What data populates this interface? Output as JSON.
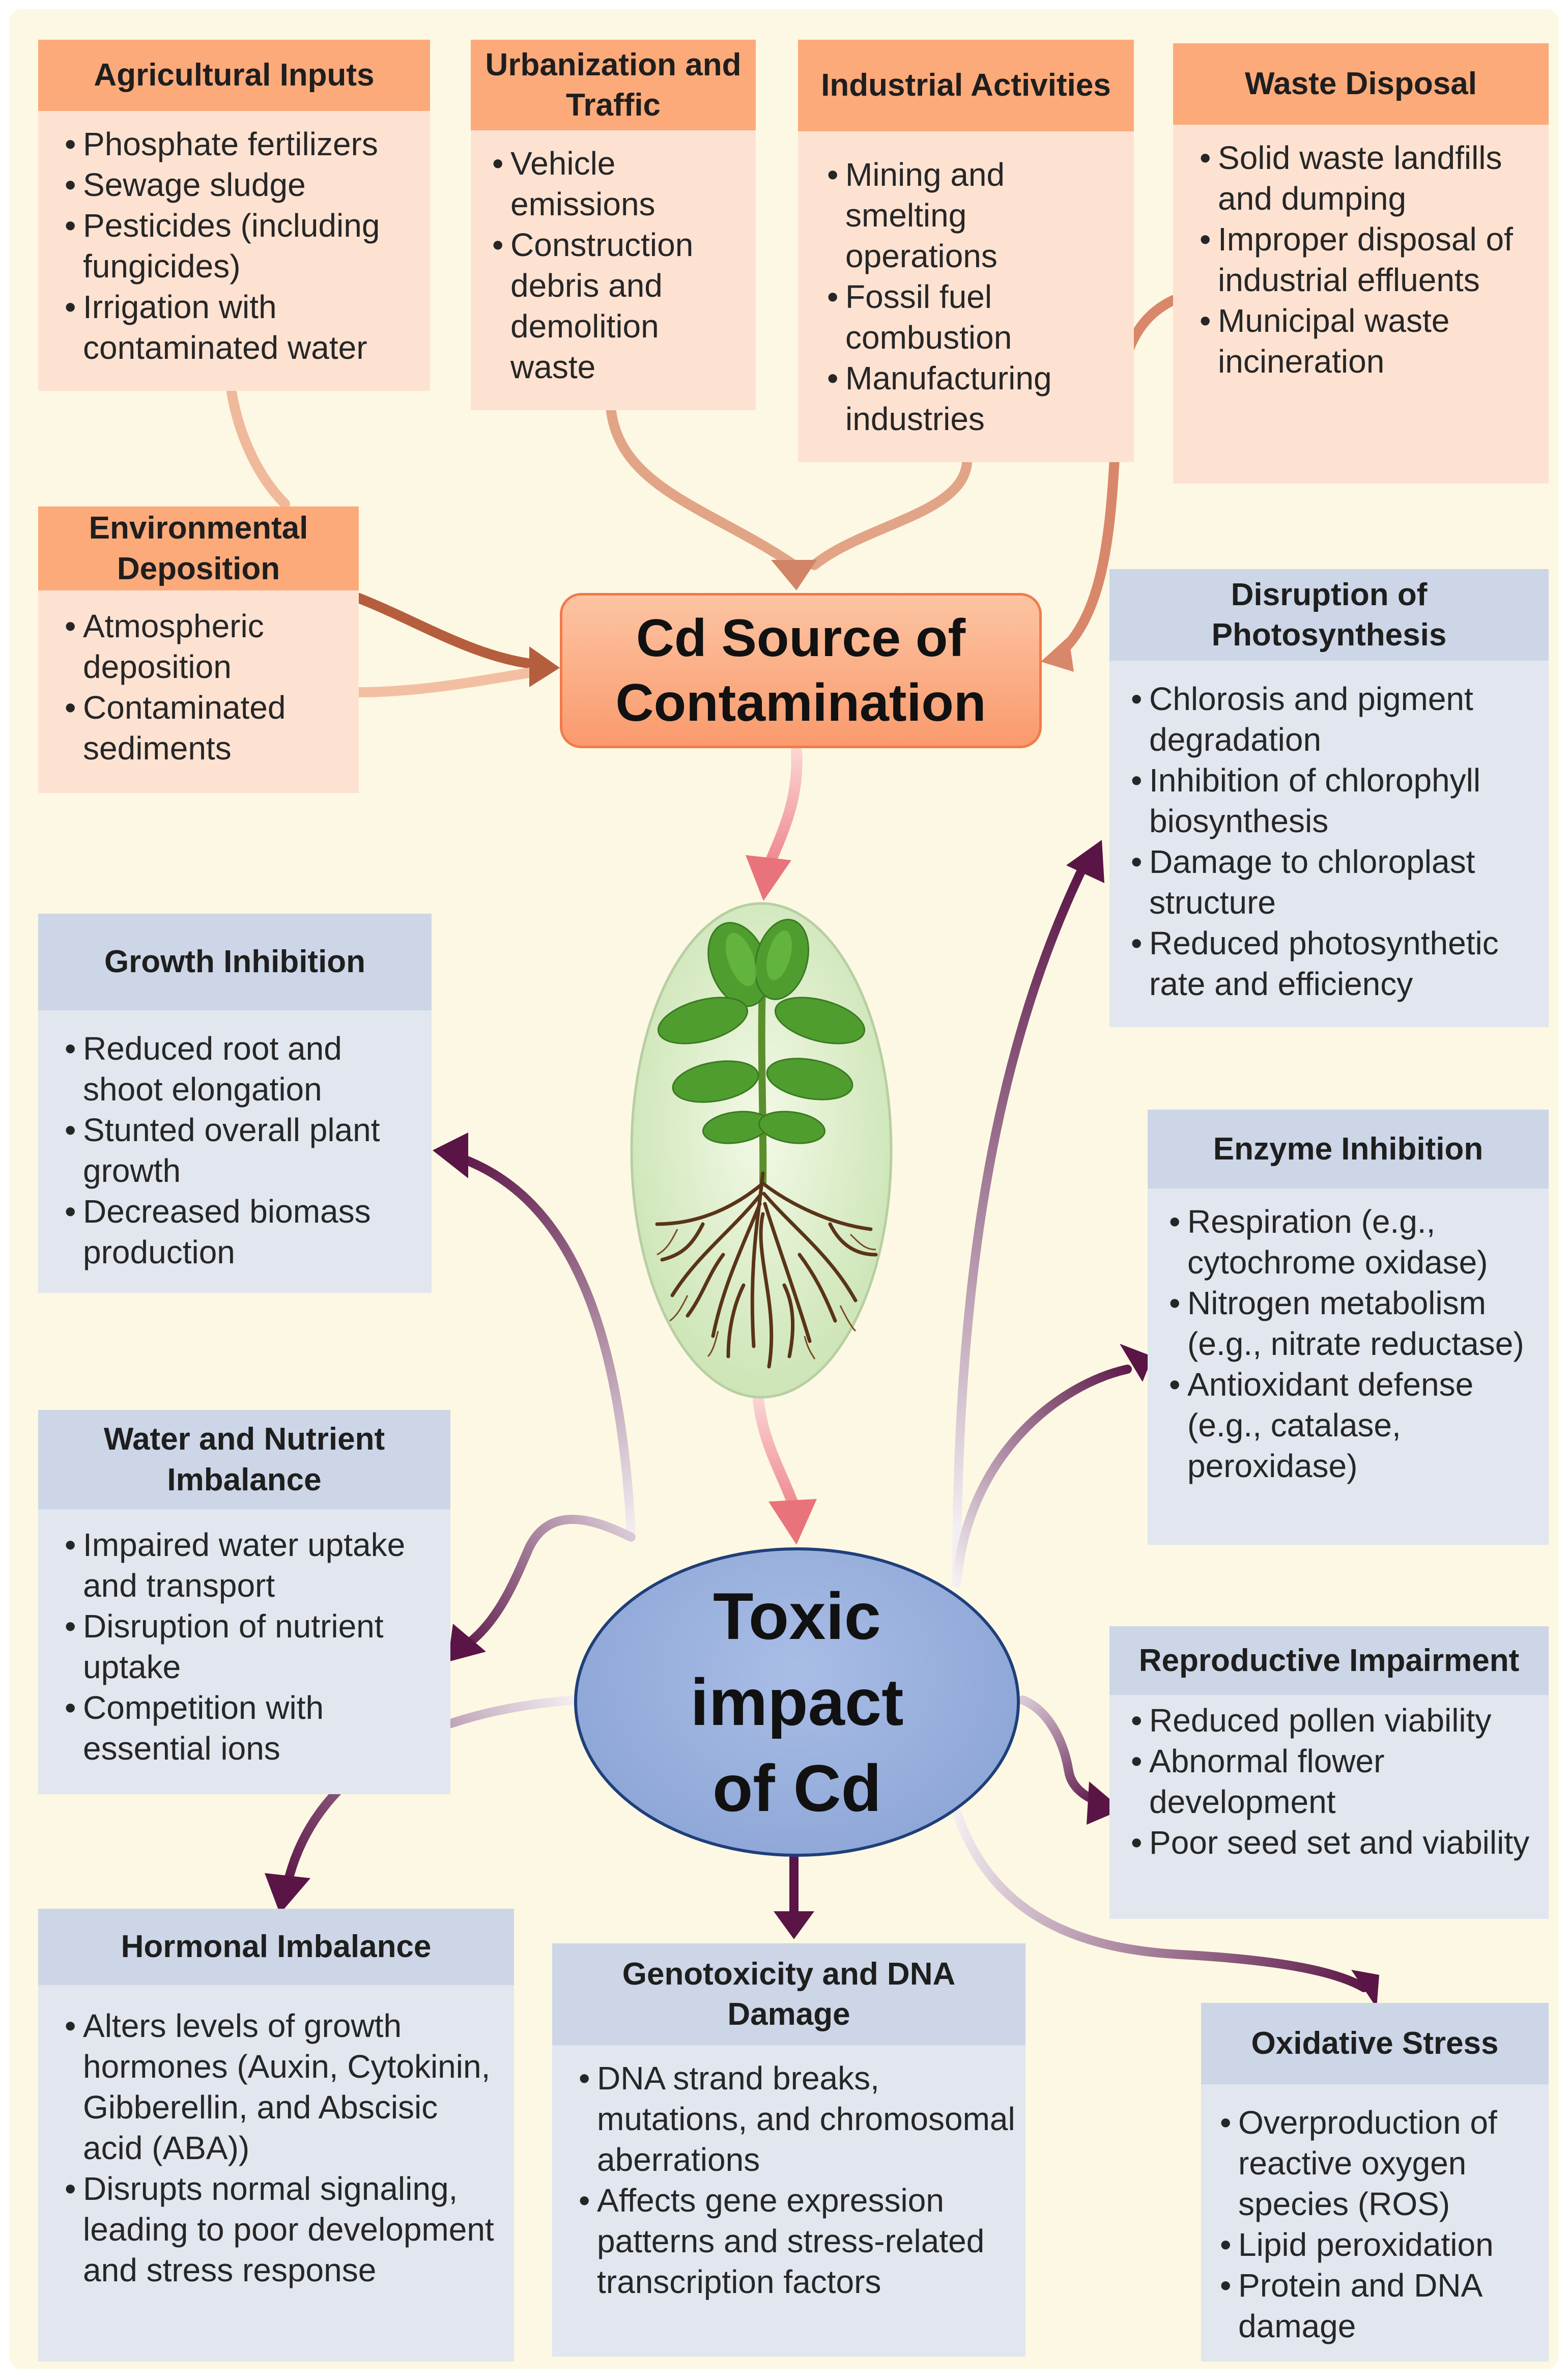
{
  "center": {
    "source": "Cd Source of Contamination",
    "toxic": "Toxic impact of Cd"
  },
  "plant_icon": "plant-with-roots-icon",
  "colors": {
    "background": "#fdf8e3",
    "source_header": "#fcaa7a",
    "source_body": "#fde2d2",
    "effect_header": "#cdd6e6",
    "effect_body": "#e1e6ef",
    "effect_arrow": "#5a1446",
    "source_arrow": "#d9876a"
  },
  "sources": {
    "agricultural": {
      "title": "Agricultural Inputs",
      "items": [
        "Phosphate fertilizers",
        "Sewage sludge",
        "Pesticides (including fungicides)",
        "Irrigation with contaminated water"
      ]
    },
    "urbanization": {
      "title": "Urbanization and Traffic",
      "items": [
        "Vehicle emissions",
        "Construction debris and demolition waste"
      ]
    },
    "industrial": {
      "title": "Industrial Activities",
      "items": [
        "Mining and smelting operations",
        "Fossil fuel combustion",
        "Manufacturing industries"
      ]
    },
    "waste": {
      "title": "Waste Disposal",
      "items": [
        "Solid waste landfills and dumping",
        "Improper disposal of industrial effluents",
        "Municipal waste incineration"
      ]
    },
    "environmental": {
      "title": "Environmental Deposition",
      "items": [
        "Atmospheric deposition",
        "Contaminated sediments"
      ]
    }
  },
  "effects": {
    "photosynthesis": {
      "title": "Disruption of Photosynthesis",
      "items": [
        "Chlorosis and pigment degradation",
        "Inhibition of chlorophyll biosynthesis",
        "Damage to chloroplast structure",
        "Reduced photosynthetic rate and efficiency"
      ]
    },
    "growth": {
      "title": "Growth Inhibition",
      "items": [
        "Reduced root and shoot elongation",
        "Stunted overall plant growth",
        "Decreased biomass production"
      ]
    },
    "enzyme": {
      "title": "Enzyme Inhibition",
      "items": [
        "Respiration (e.g., cytochrome oxidase)",
        "Nitrogen metabolism (e.g., nitrate reductase)",
        "Antioxidant defense (e.g., catalase, peroxidase)"
      ]
    },
    "water": {
      "title": "Water and Nutrient Imbalance",
      "items": [
        "Impaired water uptake and transport",
        "Disruption of nutrient uptake",
        "Competition with essential ions"
      ]
    },
    "reproductive": {
      "title": "Reproductive Impairment",
      "items": [
        "Reduced pollen viability",
        "Abnormal flower development",
        "Poor seed set and viability"
      ]
    },
    "hormonal": {
      "title": "Hormonal Imbalance",
      "items": [
        "Alters levels of growth hormones (Auxin, Cytokinin, Gibberellin, and Abscisic acid (ABA))",
        "Disrupts normal signaling, leading to poor development and stress response"
      ]
    },
    "genotoxicity": {
      "title": "Genotoxicity and DNA Damage",
      "items": [
        "DNA strand breaks, mutations, and chromosomal aberrations",
        "Affects gene expression patterns and stress-related transcription factors"
      ]
    },
    "oxidative": {
      "title": "Oxidative Stress",
      "items": [
        "Overproduction of reactive oxygen species (ROS)",
        "Lipid peroxidation",
        "Protein and DNA damage"
      ]
    }
  }
}
